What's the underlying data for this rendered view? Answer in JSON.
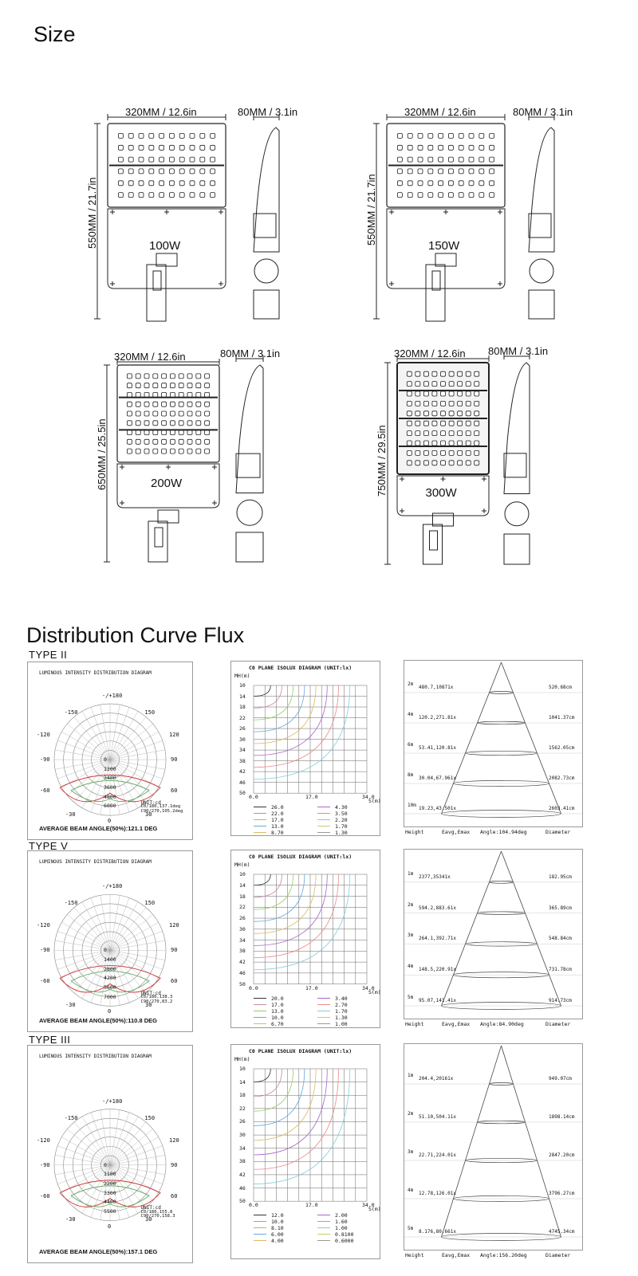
{
  "headings": {
    "size": "Size",
    "distribution": "Distribution Curve Flux"
  },
  "size_items": [
    {
      "width": "320MM / 12.6in",
      "depth": "80MM / 3.1in",
      "height": "550MM / 21.7in",
      "watt": "100W"
    },
    {
      "width": "320MM / 12.6in",
      "depth": "80MM / 3.1in",
      "height": "550MM / 21.7in",
      "watt": "150W"
    },
    {
      "width": "320MM / 12.6in",
      "depth": "80MM / 3.1in",
      "height": "650MM / 25.5in",
      "watt": "200W"
    },
    {
      "width": "320MM / 12.6in",
      "depth": "80MM / 3.1in",
      "height": "750MM / 29.5in",
      "watt": "300W"
    }
  ],
  "types": [
    {
      "label": "TYPE II",
      "polar": {
        "title": "LUMINOUS INTENSITY DISTRIBUTION DIAGRAM",
        "angles": [
          "-/+180",
          "-150",
          "150",
          "-120",
          "120",
          "-90",
          "90",
          "-60",
          "60",
          "-30",
          "30",
          "0"
        ],
        "radial": [
          "0",
          "1200",
          "2400",
          "3600",
          "4800",
          "6000"
        ],
        "unit": "UNIT:cd",
        "c0": "C0/180,137.1deg",
        "c90": "C90/270,105.2deg",
        "beam": "AVERAGE BEAM ANGLE(50%):121.1 DEG"
      },
      "isolux": {
        "title": "C0 PLANE ISOLUX DIAGRAM (UNIT:lx)",
        "mh": "MH(m)",
        "y": [
          "10",
          "14",
          "18",
          "22",
          "26",
          "30",
          "34",
          "38",
          "42",
          "46",
          "50"
        ],
        "x": [
          "0.0",
          "17.0",
          "34.0"
        ],
        "s": "S(m)",
        "legend_left": [
          "26.0",
          "22.0",
          "17.0",
          "13.0",
          "8.70"
        ],
        "legend_right": [
          "4.30",
          "3.50",
          "2.20",
          "1.70",
          "1.30"
        ]
      },
      "cone": {
        "rows": [
          {
            "h": "2m",
            "e": "480.7,10871x",
            "d": "520.68cm"
          },
          {
            "h": "4m",
            "e": "120.2,271.81x",
            "d": "1041.37cm"
          },
          {
            "h": "6m",
            "e": "53.41,120.81x",
            "d": "1562.05cm"
          },
          {
            "h": "8m",
            "e": "30.04,67.961x",
            "d": "2082.73cm"
          },
          {
            "h": "10m",
            "e": "19.23,43.501x",
            "d": "2603.41cm"
          }
        ],
        "footer": [
          "Height",
          "Eavg,Emax",
          "Angle:104.94deg",
          "Diameter"
        ]
      }
    },
    {
      "label": "TYPE V",
      "polar": {
        "title": "LUMINOUS INTENSITY DISTRIBUTION DIAGRAM",
        "angles": [
          "-/+180",
          "-150",
          "150",
          "-120",
          "120",
          "-90",
          "90",
          "-60",
          "60",
          "-30",
          "30",
          "0"
        ],
        "radial": [
          "0",
          "1400",
          "2800",
          "4200",
          "5600",
          "7000"
        ],
        "unit": "UNIT:cd",
        "c0": "C0/180,138.3",
        "c90": "C90/270,83.2",
        "beam": "AVERAGE BEAM ANGLE(50%):110.8 DEG"
      },
      "isolux": {
        "title": "C0 PLANE ISOLUX DIAGRAM (UNIT:lx)",
        "mh": "MH(m)",
        "y": [
          "10",
          "14",
          "18",
          "22",
          "26",
          "30",
          "34",
          "38",
          "42",
          "46",
          "50"
        ],
        "x": [
          "0.0",
          "17.0",
          "34.0"
        ],
        "s": "S(m)",
        "legend_left": [
          "20.0",
          "17.0",
          "13.0",
          "10.0",
          "6.70"
        ],
        "legend_right": [
          "3.40",
          "2.70",
          "1.70",
          "1.30",
          "1.00"
        ]
      },
      "cone": {
        "rows": [
          {
            "h": "1m",
            "e": "2377,35341x",
            "d": "182.95cm"
          },
          {
            "h": "2m",
            "e": "594.2,883.61x",
            "d": "365.89cm"
          },
          {
            "h": "3m",
            "e": "264.1,392.71x",
            "d": "548.84cm"
          },
          {
            "h": "4m",
            "e": "148.5,220.91x",
            "d": "731.78cm"
          },
          {
            "h": "5m",
            "e": "95.07,141.41x",
            "d": "914.73cm"
          }
        ],
        "footer": [
          "Height",
          "Eavg,Emax",
          "Angle:84.90deg",
          "Diameter"
        ]
      }
    },
    {
      "label": "TYPE III",
      "polar": {
        "title": "LUMINOUS INTENSITY DISTRIBUTION DIAGRAM",
        "angles": [
          "-/+180",
          "-150",
          "150",
          "-120",
          "120",
          "-90",
          "90",
          "-60",
          "60",
          "-30",
          "30",
          "0"
        ],
        "radial": [
          "0",
          "1100",
          "2200",
          "3300",
          "4400",
          "5500"
        ],
        "unit": "UNIT:cd",
        "c0": "C0/180,155.8",
        "c90": "C90/270,158.3",
        "beam": "AVERAGE BEAM ANGLE(50%):157.1 DEG"
      },
      "isolux": {
        "title": "C0 PLANE ISOLUX DIAGRAM (UNIT:lx)",
        "mh": "MH(m)",
        "y": [
          "10",
          "14",
          "18",
          "22",
          "26",
          "30",
          "34",
          "38",
          "42",
          "46",
          "50"
        ],
        "x": [
          "0.0",
          "17.0",
          "34.0"
        ],
        "s": "S(m)",
        "legend_left": [
          "12.0",
          "10.0",
          "8.10",
          "6.00",
          "4.00"
        ],
        "legend_right": [
          "2.00",
          "1.60",
          "1.00",
          "0.8100",
          "0.6000"
        ]
      },
      "cone": {
        "rows": [
          {
            "h": "1m",
            "e": "204.4,20161x",
            "d": "949.07cm"
          },
          {
            "h": "2m",
            "e": "51.10,504.11x",
            "d": "1898.14cm"
          },
          {
            "h": "3m",
            "e": "22.71,224.01x",
            "d": "2847.20cm"
          },
          {
            "h": "4m",
            "e": "12.78,126.01x",
            "d": "3796.27cm"
          },
          {
            "h": "5m",
            "e": "8.176,80.661x",
            "d": "4745.34cm"
          }
        ],
        "footer": [
          "Height",
          "Eavg,Emax",
          "Angle:156.20deg",
          "Diameter"
        ]
      }
    }
  ]
}
